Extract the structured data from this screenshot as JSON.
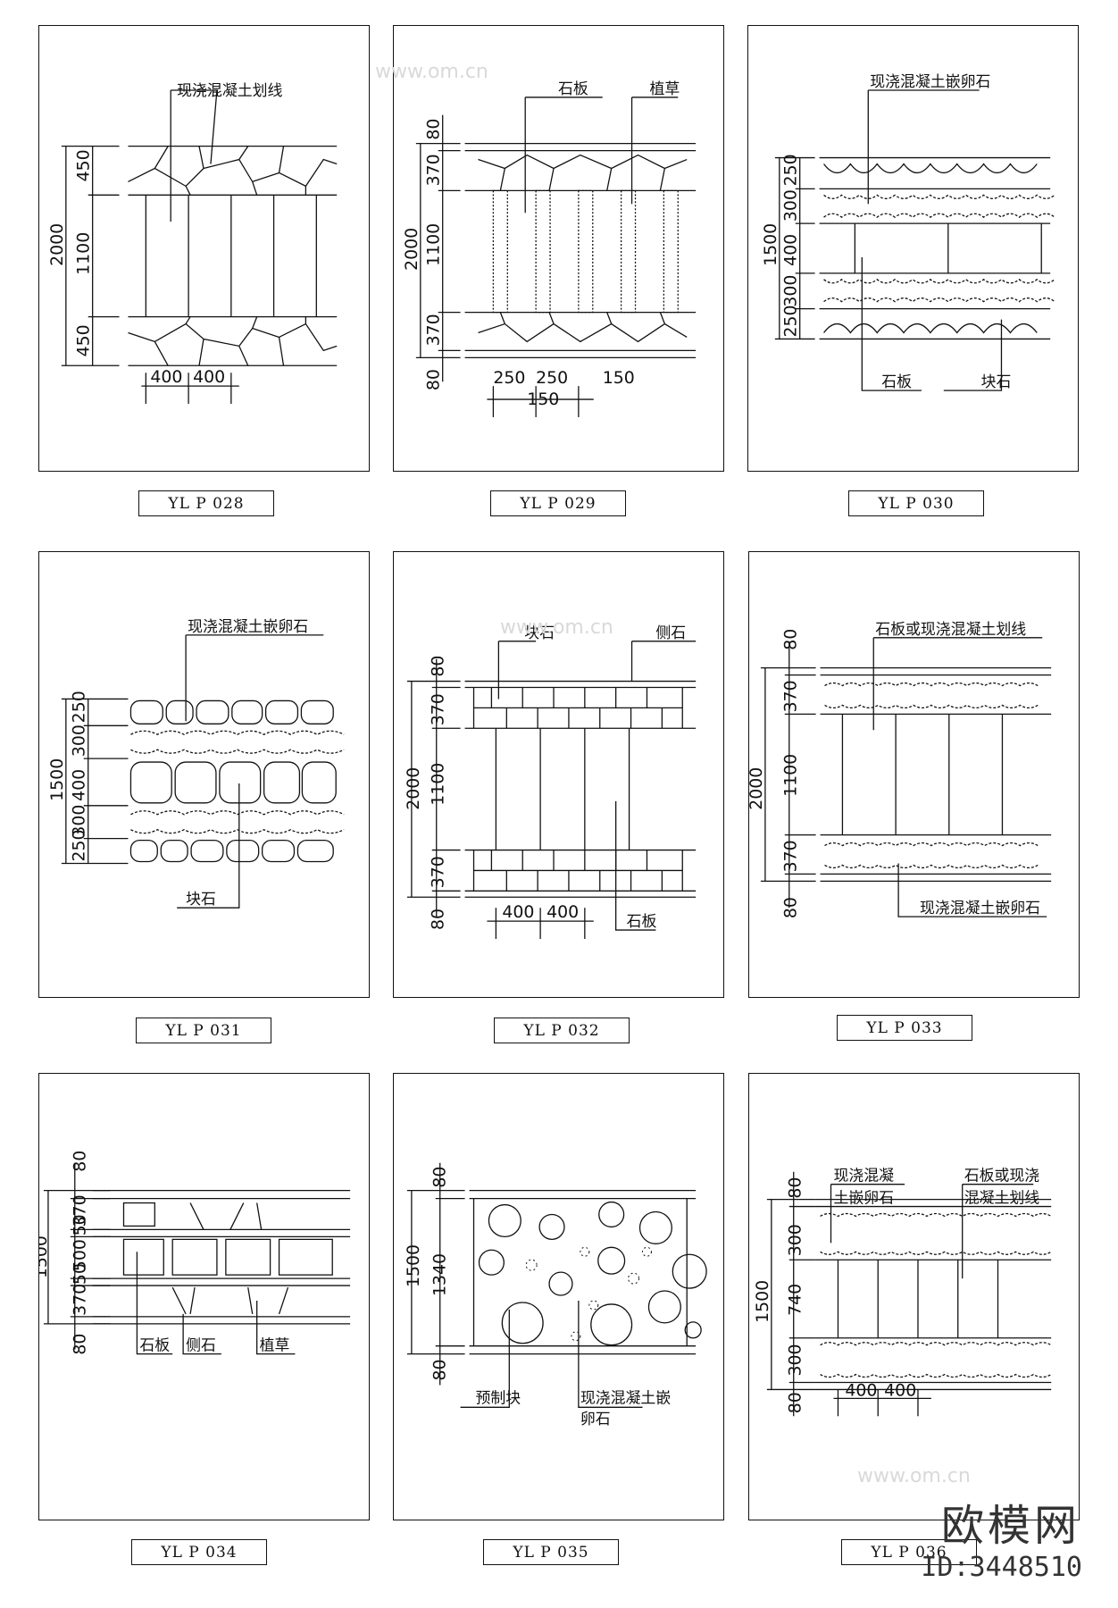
{
  "panels": [
    {
      "id": "YL P 028",
      "notes": [
        "现浇混凝土划线"
      ],
      "dims": [
        "2000",
        "450",
        "1100",
        "450",
        "400",
        "400"
      ]
    },
    {
      "id": "YL P 029",
      "notes": [
        "石板",
        "植草"
      ],
      "dims": [
        "2000",
        "80",
        "370",
        "1100",
        "370",
        "80",
        "250",
        "250",
        "150",
        "150"
      ]
    },
    {
      "id": "YL P 030",
      "notes": [
        "现浇混凝土嵌卵石",
        "石板",
        "块石"
      ],
      "dims": [
        "1500",
        "250",
        "300",
        "400",
        "300",
        "250"
      ]
    },
    {
      "id": "YL P 031",
      "notes": [
        "现浇混凝土嵌卵石",
        "块石"
      ],
      "dims": [
        "1500",
        "250",
        "300",
        "400",
        "300",
        "250"
      ]
    },
    {
      "id": "YL P 032",
      "notes": [
        "块石",
        "侧石",
        "石板"
      ],
      "dims": [
        "2000",
        "80",
        "370",
        "1100",
        "370",
        "80",
        "400",
        "400"
      ]
    },
    {
      "id": "YL P 033",
      "notes": [
        "石板或现浇混凝土划线",
        "现浇混凝土嵌卵石"
      ],
      "dims": [
        "2000",
        "80",
        "370",
        "1100",
        "370",
        "80"
      ]
    },
    {
      "id": "YL P 034",
      "notes": [
        "石板",
        "侧石",
        "植草"
      ],
      "dims": [
        "1500",
        "80",
        "370",
        "50",
        "500",
        "50",
        "370",
        "80"
      ]
    },
    {
      "id": "YL P 035",
      "notes": [
        "预制块",
        "现浇混凝土嵌",
        "卵石"
      ],
      "dims": [
        "1500",
        "80",
        "1340",
        "80"
      ]
    },
    {
      "id": "YL P 036",
      "notes": [
        "现浇混凝",
        "土嵌卵石",
        "石板或现浇",
        "混凝土划线"
      ],
      "dims": [
        "1500",
        "80",
        "300",
        "740",
        "300",
        "80",
        "400",
        "400"
      ]
    }
  ],
  "watermark": {
    "brand": "欧模网",
    "id": "ID:3448510",
    "site": "www.om.cn"
  }
}
